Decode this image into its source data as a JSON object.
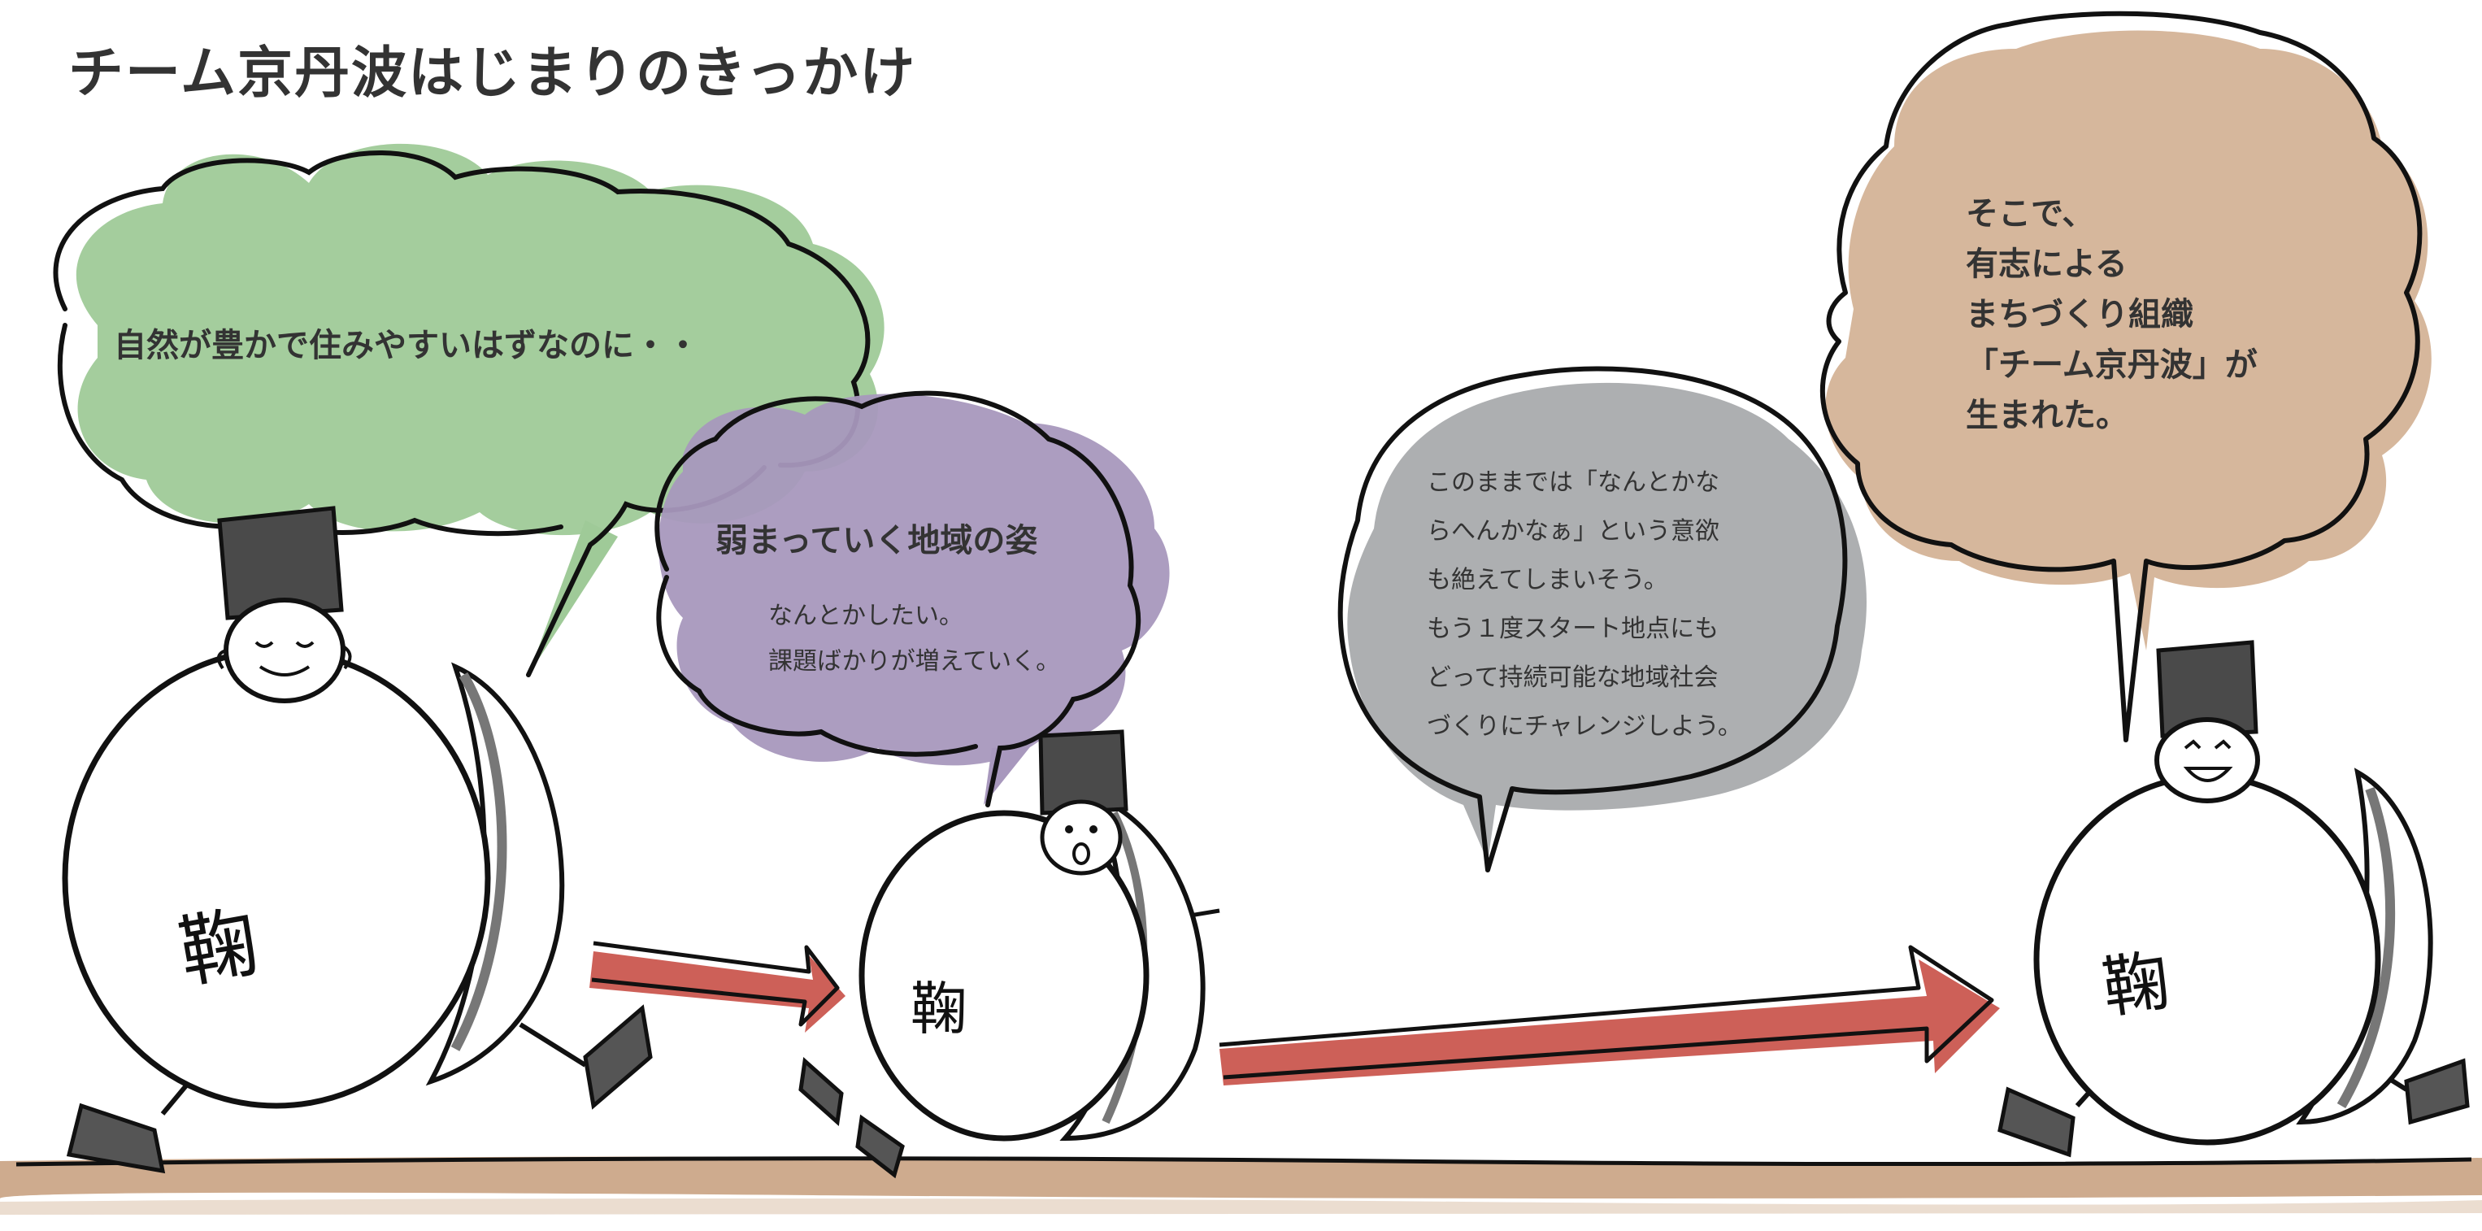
{
  "page": {
    "title": "チーム京丹波はじまりのきっかけ"
  },
  "bubbles": {
    "green": {
      "text": "自然が豊かで住みやすいはずなのに・・",
      "color": "#9fca98"
    },
    "purple": {
      "title": "弱まっていく地域の姿",
      "lines": [
        "なんとかしたい。",
        "課題ばかりが増えていく。"
      ],
      "color": "#a898bd"
    },
    "gray": {
      "lines": [
        "このままでは「なんとかな",
        "らへんかなぁ」という意欲",
        "も絶えてしまいそう。",
        "もう１度スタート地点にも",
        "どって持続可能な地域社会",
        "づくりにチャレンジしよう。"
      ],
      "color": "#a9abad"
    },
    "tan": {
      "lines": [
        "そこで、",
        "有志による",
        "まちづくり組織",
        "「チーム京丹波」が",
        "生まれた。"
      ],
      "color": "#d4b397"
    }
  },
  "colors": {
    "ink": "#111111",
    "arrow_red": "#c9524a",
    "ground": "#c9a282",
    "hat": "#4a4a4a",
    "shoe": "#555555"
  }
}
